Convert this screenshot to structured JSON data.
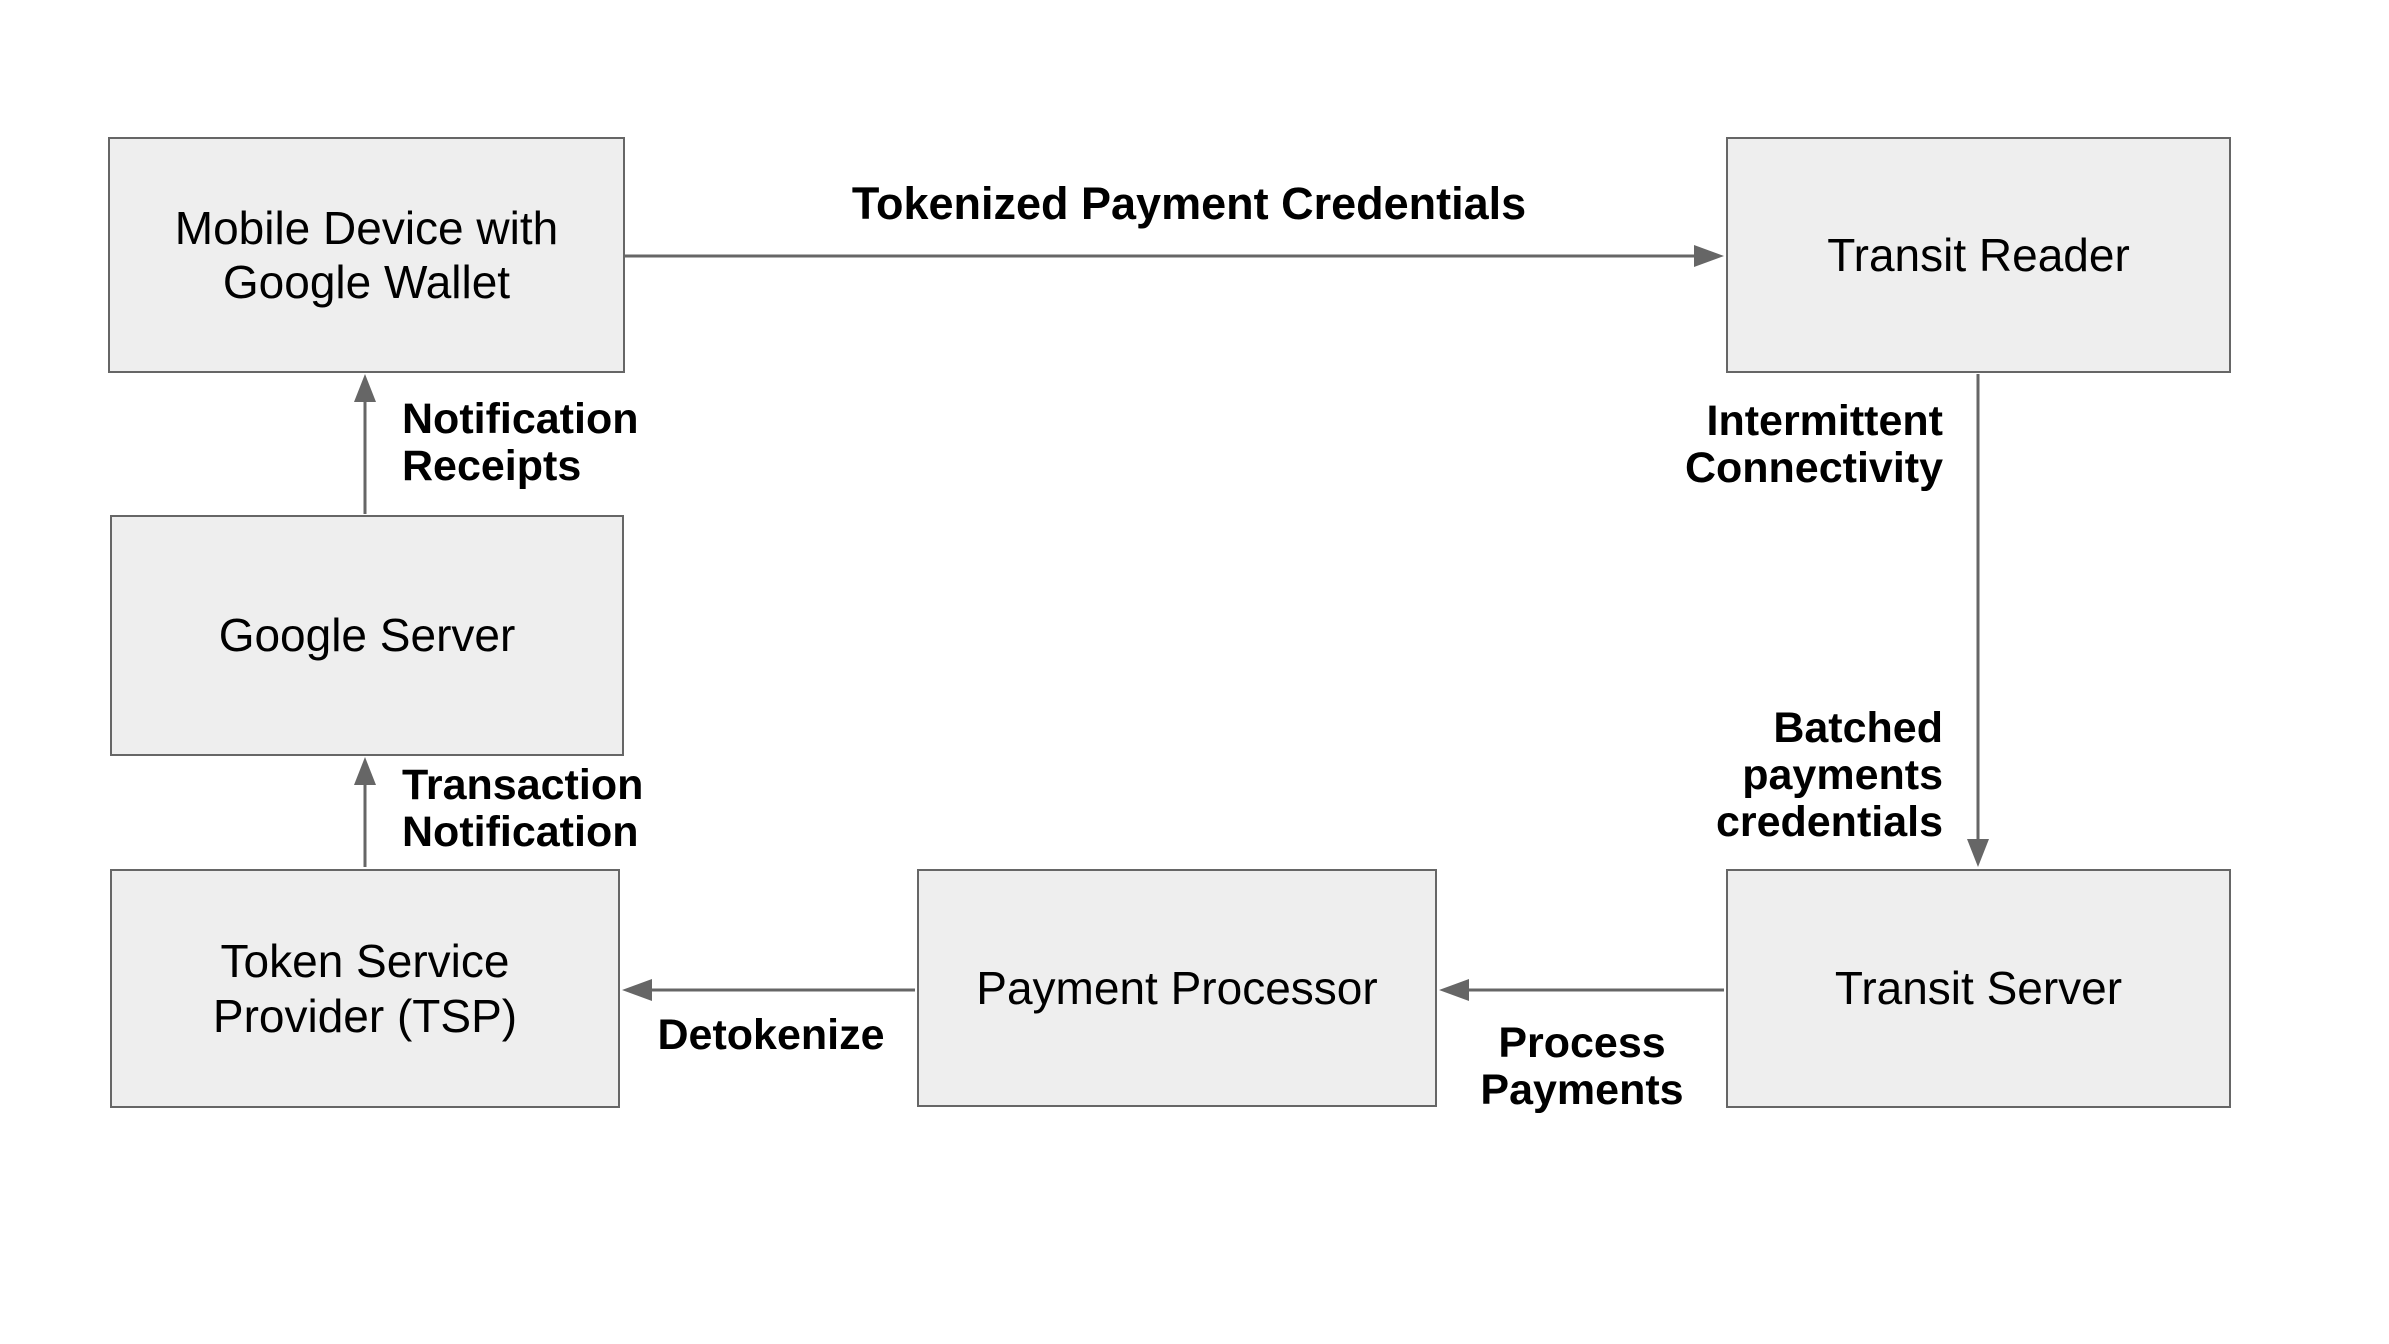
{
  "diagram": {
    "type": "flowchart",
    "background": "#ffffff",
    "colors": {
      "node_fill": "#eeeeee",
      "node_border": "#666666",
      "arrow": "#666666",
      "text": "#000000"
    },
    "nodes": {
      "mobile_device": {
        "label": "Mobile Device with\nGoogle Wallet"
      },
      "transit_reader": {
        "label": "Transit Reader"
      },
      "google_server": {
        "label": "Google Server"
      },
      "token_service_provider": {
        "label": "Token Service\nProvider (TSP)"
      },
      "payment_processor": {
        "label": "Payment Processor"
      },
      "transit_server": {
        "label": "Transit Server"
      }
    },
    "edges": {
      "wallet_to_reader": {
        "from": "mobile_device",
        "to": "transit_reader",
        "labels": [
          "Tokenized Payment Credentials"
        ]
      },
      "reader_to_transit_server": {
        "from": "transit_reader",
        "to": "transit_server",
        "labels": [
          "Intermittent\nConnectivity",
          "Batched\npayments\ncredentials"
        ]
      },
      "transit_server_to_processor": {
        "from": "transit_server",
        "to": "payment_processor",
        "labels": [
          "Process\nPayments"
        ]
      },
      "processor_to_tsp": {
        "from": "payment_processor",
        "to": "token_service_provider",
        "labels": [
          "Detokenize"
        ]
      },
      "tsp_to_google": {
        "from": "token_service_provider",
        "to": "google_server",
        "labels": [
          "Transaction\nNotification"
        ]
      },
      "google_to_wallet": {
        "from": "google_server",
        "to": "mobile_device",
        "labels": [
          "Notification\nReceipts"
        ]
      }
    }
  }
}
